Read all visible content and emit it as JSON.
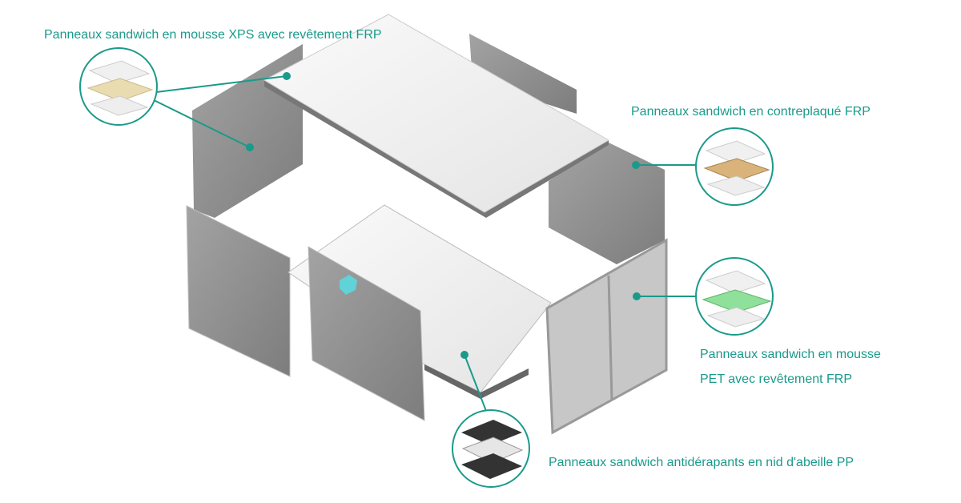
{
  "labels": {
    "xps": "Panneaux sandwich en mousse XPS avec revêtement FRP",
    "plywood": "Panneaux sandwich en contreplaqué FRP",
    "pet_line1": "Panneaux sandwich en mousse",
    "pet_line2": "PET avec revêtement FRP",
    "pp": "Panneaux sandwich antidérapants en nid d'abeille PP"
  },
  "colors": {
    "accent": "#1a9a8a",
    "panel_gray": "#8e8e8e",
    "panel_white": "#f2f2f2"
  }
}
